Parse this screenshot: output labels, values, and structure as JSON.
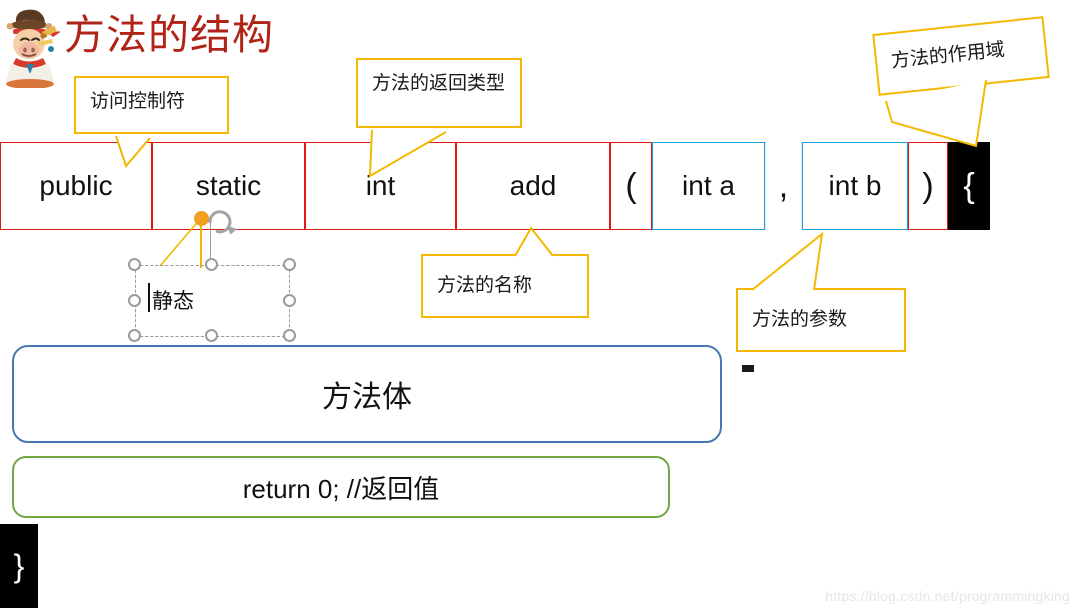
{
  "slide": {
    "title": "方法的结构",
    "title_color": "#b02418",
    "background": "#ffffff",
    "watermark": "https://blog.csdn.net/programmingking"
  },
  "logo": {
    "name": "bull-mascot-logo"
  },
  "signature_row": {
    "cells": [
      {
        "text": "public",
        "border": "red",
        "style": "word"
      },
      {
        "text": "static",
        "border": "red",
        "style": "word"
      },
      {
        "text": "int",
        "border": "red",
        "style": "word"
      },
      {
        "text": "add",
        "border": "red",
        "style": "word"
      },
      {
        "text": "(",
        "border": "red",
        "style": "symbol"
      },
      {
        "text": "int a",
        "border": "blue",
        "style": "word"
      },
      {
        "text": ",",
        "border": "faint",
        "style": "symbol"
      },
      {
        "text": "int b",
        "border": "blue",
        "style": "word"
      },
      {
        "text": ")",
        "border": "red",
        "style": "symbol"
      },
      {
        "text": "{",
        "border": "dark",
        "style": "symbol"
      }
    ],
    "border_red": "#e01b16",
    "border_blue": "#1aa3e0",
    "border_faint": "#e6e6e6",
    "dark_fill": "#000000"
  },
  "callouts": [
    {
      "id": "access-modifier",
      "text": "访问控制符",
      "border": "#f5b800"
    },
    {
      "id": "return-type",
      "text": "方法的返回类型",
      "border": "#f5b800"
    },
    {
      "id": "scope",
      "text": "方法的作用域",
      "border": "#f5b800"
    },
    {
      "id": "method-name",
      "text": "方法的名称",
      "border": "#f5b800"
    },
    {
      "id": "parameters",
      "text": "方法的参数",
      "border": "#f5b800"
    }
  ],
  "selected_shape": {
    "text": "静态",
    "state": "selected-editing",
    "handle_count": 8,
    "rotation_handle": true,
    "handle_fill": "#ffffff",
    "handle_stroke": "#9b9b9b",
    "rotation_dot_color": "#f0a01e"
  },
  "method_body": {
    "text": "方法体",
    "border": "#4a77b4"
  },
  "return_stmt": {
    "text": "return  0; //返回值",
    "border": "#70a845"
  },
  "closing_brace": {
    "text": "}",
    "fill": "#000000",
    "color": "#ffffff"
  }
}
